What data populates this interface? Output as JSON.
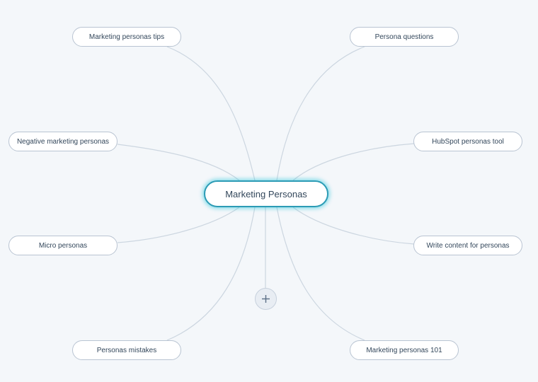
{
  "center": {
    "label": "Marketing Personas"
  },
  "nodes": [
    {
      "id": "marketing-personas-tips",
      "label": "Marketing personas tips"
    },
    {
      "id": "persona-questions",
      "label": "Persona questions"
    },
    {
      "id": "negative-marketing-personas",
      "label": "Negative marketing personas"
    },
    {
      "id": "hubspot-personas-tool",
      "label": "HubSpot personas tool"
    },
    {
      "id": "micro-personas",
      "label": "Micro personas"
    },
    {
      "id": "write-content-for-personas",
      "label": "Write content for personas"
    },
    {
      "id": "personas-mistakes",
      "label": "Personas mistakes"
    },
    {
      "id": "marketing-personas-101",
      "label": "Marketing personas 101"
    }
  ],
  "add_button": {
    "icon": "plus-icon"
  },
  "colors": {
    "background": "#f4f7fa",
    "link": "#ccd6e0",
    "center_border": "#2c9bb5",
    "node_border": "#b9c4d2",
    "text": "#33475b"
  }
}
